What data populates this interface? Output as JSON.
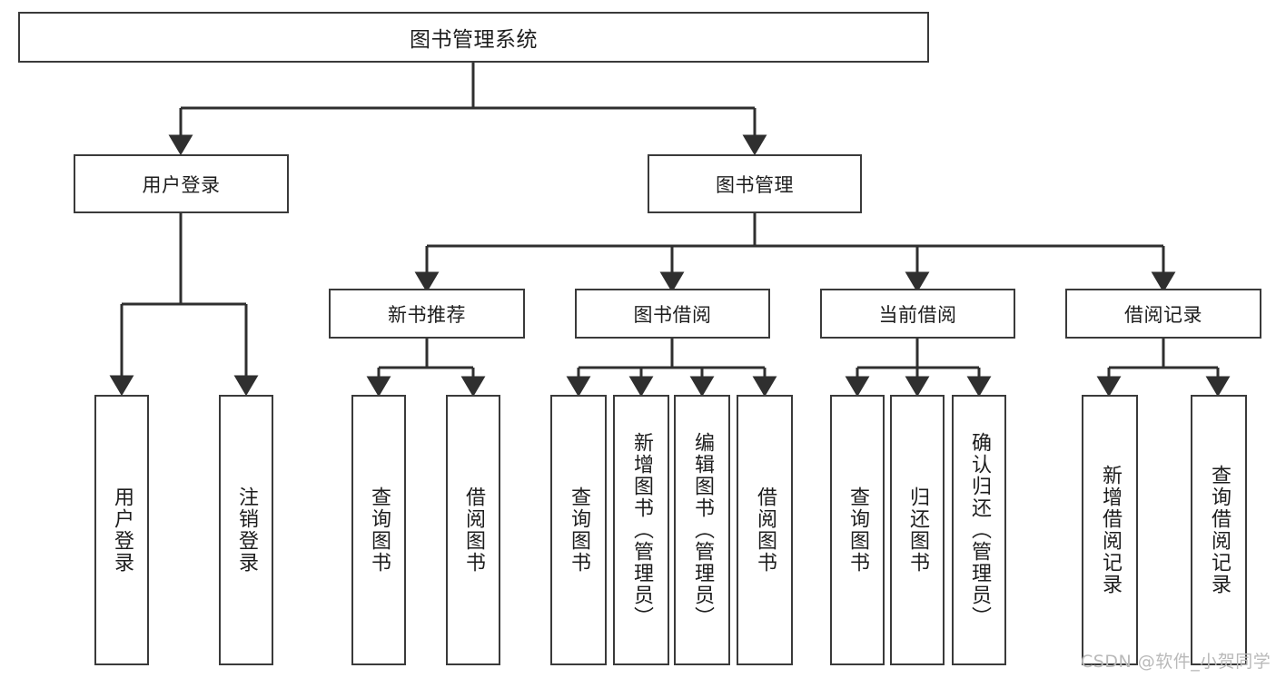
{
  "diagram": {
    "title": "图书管理系统",
    "type": "tree-structure-chart",
    "line_color": "#3a3a3a",
    "box_fill": "#ffffff",
    "text_color": "#1d1d1d",
    "root": {
      "label": "图书管理系统"
    },
    "level2": [
      {
        "label": "用户登录"
      },
      {
        "label": "图书管理"
      }
    ],
    "level3": [
      {
        "label": "新书推荐"
      },
      {
        "label": "图书借阅"
      },
      {
        "label": "当前借阅"
      },
      {
        "label": "借阅记录"
      }
    ],
    "leaves": {
      "user_login": [
        {
          "label": "用户登录"
        },
        {
          "label": "注销登录"
        }
      ],
      "new_book_recommend": [
        {
          "label": "查询图书"
        },
        {
          "label": "借阅图书"
        }
      ],
      "book_borrow": [
        {
          "label": "查询图书"
        },
        {
          "label": "新增图书（管理员）"
        },
        {
          "label": "编辑图书（管理员）"
        },
        {
          "label": "借阅图书"
        }
      ],
      "current_borrow": [
        {
          "label": "查询图书"
        },
        {
          "label": "归还图书"
        },
        {
          "label": "确认归还（管理员）"
        }
      ],
      "borrow_record": [
        {
          "label": "新增借阅记录"
        },
        {
          "label": "查询借阅记录"
        }
      ]
    }
  },
  "watermark": {
    "text": "CSDN @软件_小贺同学",
    "color": "#b9b9b9"
  }
}
